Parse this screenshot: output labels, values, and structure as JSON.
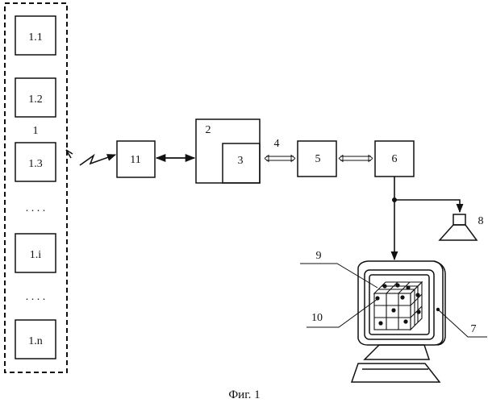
{
  "caption": "Фиг. 1",
  "group_label": "1",
  "sensors": [
    "1.1",
    "1.2",
    "1.3",
    "1.i",
    "1.n"
  ],
  "ellipsis": ". . . .",
  "blocks": {
    "b2": "2",
    "b3": "3",
    "b5": "5",
    "b6": "6",
    "b11": "11"
  },
  "callouts": {
    "c4": "4",
    "c7": "7",
    "c8": "8",
    "c9": "9",
    "c10": "10"
  }
}
